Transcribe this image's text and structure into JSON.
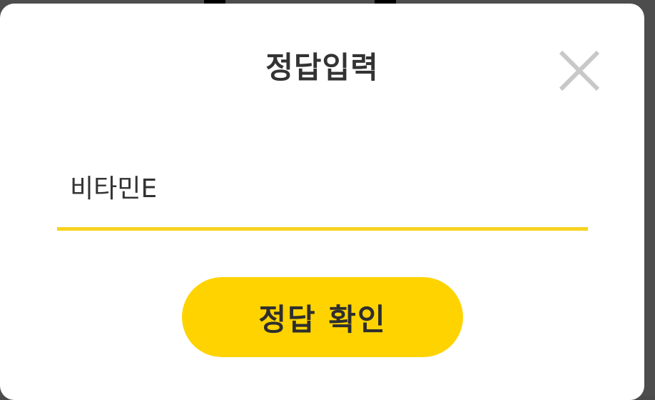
{
  "dialog": {
    "title": "정답입력",
    "close_icon": "close-icon",
    "answer_input": {
      "value": "비타민E",
      "placeholder": ""
    },
    "submit_label": "정답 확인"
  },
  "colors": {
    "accent": "#fed300",
    "underline": "#f8d21f",
    "text": "#333333",
    "close_icon": "#c8c8c8",
    "dialog_bg": "#ffffff",
    "backdrop": "#4d4d4d"
  }
}
